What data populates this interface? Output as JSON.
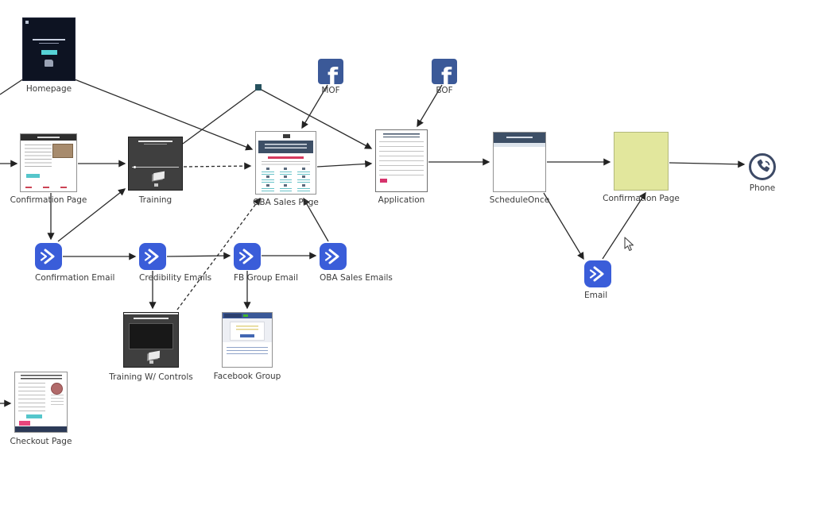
{
  "app": {
    "description": "marketing funnel mapping canvas"
  },
  "nodes": {
    "homepage": {
      "label": "Homepage",
      "type": "page"
    },
    "confirmation_page": {
      "label": "Confirmation Page",
      "type": "page"
    },
    "training": {
      "label": "Training",
      "type": "page"
    },
    "mof": {
      "label": "MOF",
      "type": "facebook-traffic"
    },
    "bof": {
      "label": "BOF",
      "type": "facebook-traffic"
    },
    "oba_sales_page": {
      "label": "OBA Sales Page",
      "type": "page"
    },
    "application": {
      "label": "Application",
      "type": "page"
    },
    "scheduleonce": {
      "label": "ScheduleOnce",
      "type": "page"
    },
    "confirmation_page_2": {
      "label": "Confirmation Page",
      "type": "highlight-box"
    },
    "phone": {
      "label": "Phone",
      "type": "phone-call"
    },
    "confirmation_email": {
      "label": "Confirmation Email",
      "type": "email"
    },
    "credibility_emails": {
      "label": "Credibility Emails",
      "type": "email"
    },
    "fb_group_email": {
      "label": "FB Group Email",
      "type": "email"
    },
    "oba_sales_emails": {
      "label": "OBA Sales Emails",
      "type": "email"
    },
    "email": {
      "label": "Email",
      "type": "email"
    },
    "training_w_controls": {
      "label": "Training W/ Controls",
      "type": "page"
    },
    "facebook_group": {
      "label": "Facebook Group",
      "type": "page"
    },
    "checkout_page": {
      "label": "Checkout Page",
      "type": "page"
    }
  },
  "icons": {
    "facebook_letter": "f"
  },
  "colors": {
    "facebook_blue": "#3b5998",
    "email_icon_blue": "#3a5dd9",
    "highlight_yellow": "#e2e79d",
    "navy_header": "#3d4f66",
    "edge_color": "#2b2b2b",
    "phone_navy": "#3d4a66"
  }
}
